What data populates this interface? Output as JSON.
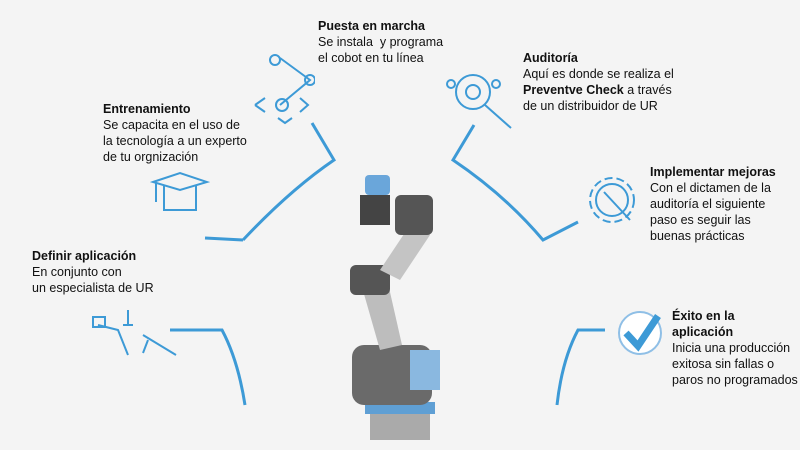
{
  "colors": {
    "accent": "#3d9ad6",
    "background": "#f4f4f4"
  },
  "steps": [
    {
      "title": "Definir aplicación",
      "lines": [
        "En conjunto con",
        "un especialista de UR"
      ],
      "icon": "robot-arms-icon"
    },
    {
      "title": "Entrenamiento",
      "lines": [
        "Se capacita en el uso de",
        "la tecnología a un experto",
        "de tu orgnización"
      ],
      "icon": "graduation-cap-icon"
    },
    {
      "title": "Puesta en marcha",
      "lines": [
        "Se instala  y programa",
        "el cobot en tu línea"
      ],
      "icon": "robot-arm-icon"
    },
    {
      "title": "Auditoría",
      "lines": [
        "Aquí es donde se realiza el"
      ],
      "bold": "Preventve Check",
      "after": " a través",
      "last": "de un distribuidor de UR",
      "icon": "magnifier-gear-icon"
    },
    {
      "title": "Implementar mejoras",
      "lines": [
        "Con el dictamen de la",
        "auditoría el siguiente",
        "paso es seguir las",
        "buenas prácticas"
      ],
      "icon": "gear-wrench-icon"
    },
    {
      "title": "Éxito en la",
      "title2": "aplicación",
      "lines": [
        "Inicia una producción",
        "exitosa sin fallas o",
        "paros no programados"
      ],
      "icon": "check-circle-icon"
    }
  ]
}
